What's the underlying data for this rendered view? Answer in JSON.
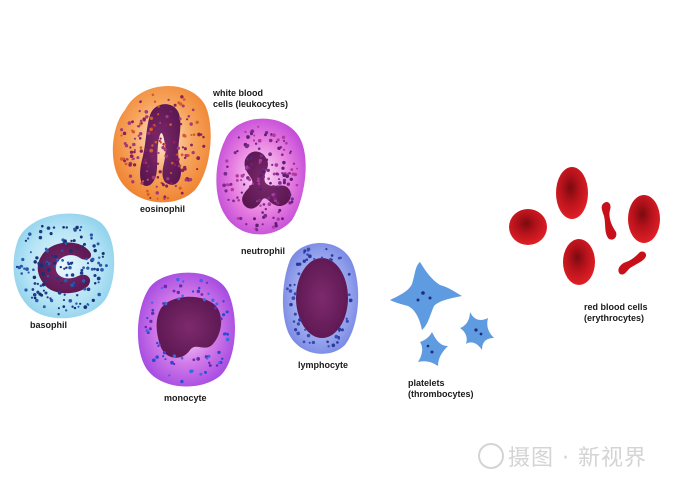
{
  "labels": {
    "wbc_line1": "white blood",
    "wbc_line2": "cells (leukocytes)",
    "eosinophil": "eosinophil",
    "neutrophil": "neutrophil",
    "basophil": "basophil",
    "monocyte": "monocyte",
    "lymphocyte": "lymphocyte",
    "platelets_line1": "platelets",
    "platelets_line2": "(thrombocytes)",
    "rbc_line1": "red blood cells",
    "rbc_line2": "(erythrocytes)"
  },
  "watermark": "摄图 · 新视界",
  "colors": {
    "eosinophil": "#f08a3c",
    "neutrophil": "#d94fd0",
    "basophil": "#8fd4ef",
    "monocyte": "#b04ce0",
    "lymphocyte": "#7a8ee6",
    "nucleus": "#6a1f5a",
    "platelet": "#5f9be0",
    "rbc": "#c8101a"
  }
}
